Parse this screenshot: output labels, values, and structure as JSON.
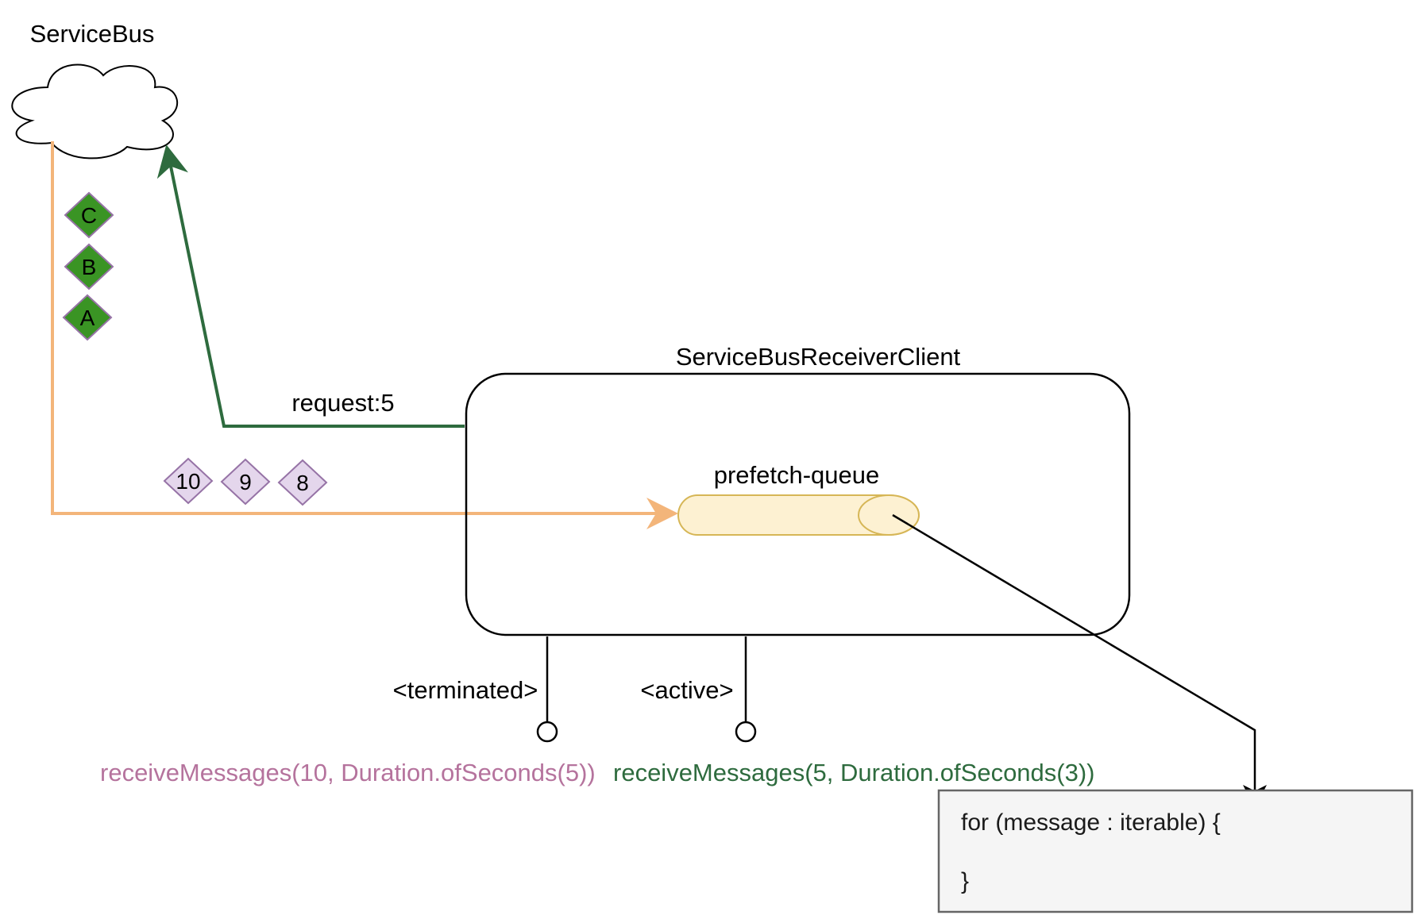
{
  "colors": {
    "green_flow": "#2e6b3e",
    "orange_flow": "#f3b57a",
    "green_badge_fill": "#3a9424",
    "purple_badge_fill": "#e4d6ec",
    "purple_badge_stroke": "#9673a6",
    "queue_fill": "#fdf1d2",
    "queue_stroke": "#d6b656",
    "call_terminated": "#b5739d",
    "call_active": "#2e6b3e",
    "code_box_fill": "#f5f5f5",
    "code_box_stroke": "#666666"
  },
  "service_bus": {
    "label": "ServiceBus",
    "icon": "cloud-icon"
  },
  "green_messages": [
    "C",
    "B",
    "A"
  ],
  "request_label": "request:5",
  "purple_messages": [
    "10",
    "9",
    "8"
  ],
  "receiver_client": {
    "label": "ServiceBusReceiverClient",
    "queue_label": "prefetch-queue"
  },
  "ports": {
    "terminated_label": "<terminated>",
    "active_label": "<active>"
  },
  "calls": {
    "terminated_call": "receiveMessages(10, Duration.ofSeconds(5))",
    "active_call": "receiveMessages(5, Duration.ofSeconds(3))"
  },
  "code_box": {
    "line1": "for (message : iterable) {",
    "line2": "}"
  }
}
